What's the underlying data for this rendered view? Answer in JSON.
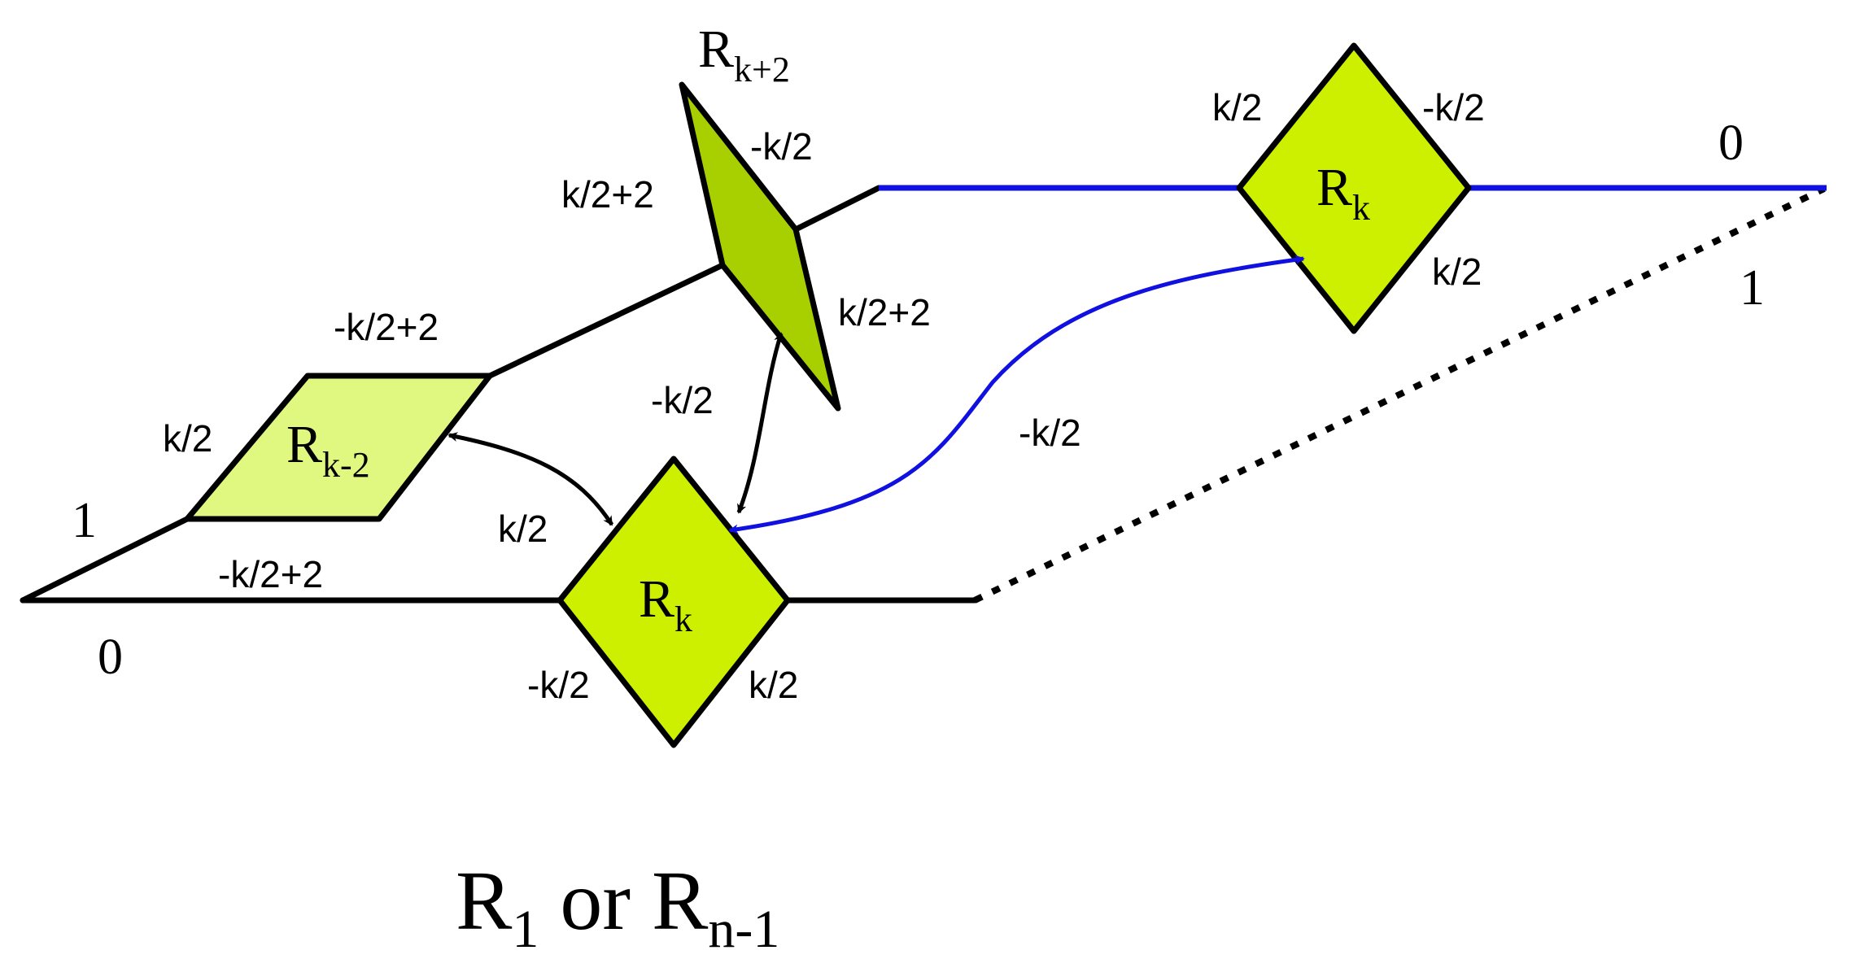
{
  "colors": {
    "line": "#000000",
    "blue": "#1010e0",
    "shape_bright": "#ccf000",
    "shape_light": "#e0f880",
    "shape_dark": "#a8d000"
  },
  "title": {
    "main": "R",
    "sub1": "1",
    "or": " or ",
    "main2": "R",
    "sub2": "n-1"
  },
  "shapes": {
    "rk2": {
      "main": "R",
      "sub": "k-2"
    },
    "rkp2": {
      "main": "R",
      "sub": "k+2"
    },
    "rk_center": {
      "main": "R",
      "sub": "k"
    },
    "rk_right": {
      "main": "R",
      "sub": "k"
    }
  },
  "labels": {
    "rk2_top": "-k/2+2",
    "rk2_left": "k/2",
    "one_left": "1",
    "bottom_edge": "-k/2+2",
    "zero_left": "0",
    "rkp2_left": "k/2+2",
    "rkp2_top_right": "-k/2",
    "rkp2_right": "k/2+2",
    "rkp2_bottom_left": "-k/2",
    "rk_center_top_left": "k/2",
    "rk_center_bottom_left": "-k/2",
    "rk_center_bottom_right": "k/2",
    "rk_right_top_left": "k/2",
    "rk_right_top_right": "-k/2",
    "rk_right_bottom_right": "k/2",
    "blue_curve": "-k/2",
    "zero_right": "0",
    "one_right": "1"
  }
}
